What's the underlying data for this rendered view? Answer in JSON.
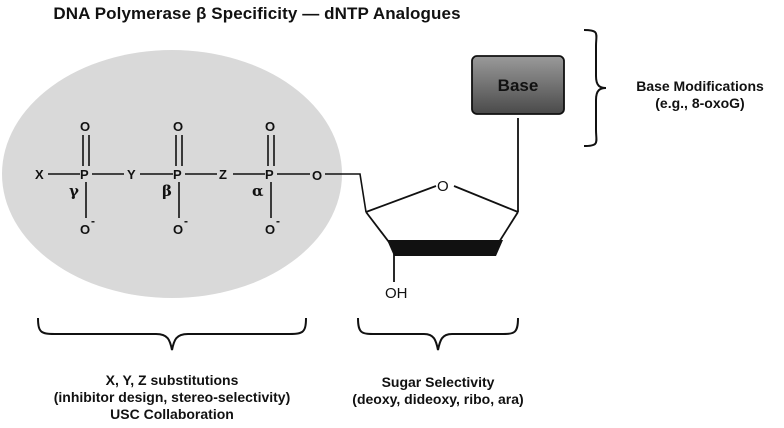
{
  "title": "DNA Polymerase β Specificity — dNTP Analogues",
  "phosphates": {
    "x": "X",
    "y": "Y",
    "z": "Z",
    "p": "P",
    "o": "O",
    "ominus": "O",
    "minus": "-",
    "bridge_o": "O",
    "gamma": "γ",
    "beta": "β",
    "alpha": "α"
  },
  "sugar": {
    "ring_o": "O",
    "oh": "OH"
  },
  "base": {
    "label": "Base"
  },
  "captions": {
    "base_mod_1": "Base Modifications",
    "base_mod_2": "(e.g., 8-oxoG)",
    "xyz_1": "X, Y, Z substitutions",
    "xyz_2": "(inhibitor design, stereo-selectivity)",
    "xyz_3": "USC Collaboration",
    "sugar_1": "Sugar Selectivity",
    "sugar_2": "(deoxy, dideoxy, ribo, ara)"
  },
  "colors": {
    "ellipse_fill": "#d9d9d9",
    "base_fill_top": "#8a8a8a",
    "base_fill_bottom": "#4d4d4d",
    "ink": "#111111"
  }
}
